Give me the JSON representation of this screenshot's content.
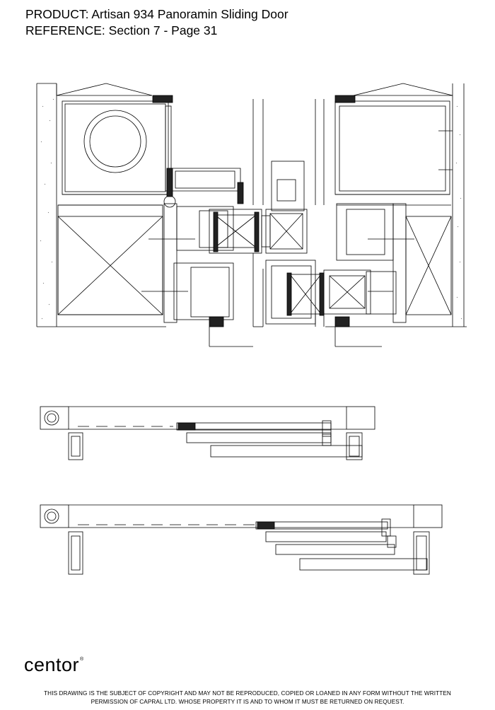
{
  "header": {
    "product": "PRODUCT: Artisan 934 Panoramin Sliding Door",
    "reference": "REFERENCE: Section 7 - Page 31"
  },
  "brand": {
    "name": "centor",
    "mark": "®"
  },
  "footer": {
    "line1": "THIS DRAWING IS THE SUBJECT OF COPYRIGHT AND MAY NOT BE REPRODUCED, COPIED OR LOANED IN ANY FORM WITHOUT THE WRITTEN",
    "line2": "PERMISSION OF CAPRAL LTD. WHOSE PROPERTY IT IS AND TO WHOM IT MUST BE RETURNED ON REQUEST."
  },
  "colors": {
    "line": "#000000",
    "light_line": "#777777",
    "fill_dark": "#222222"
  }
}
